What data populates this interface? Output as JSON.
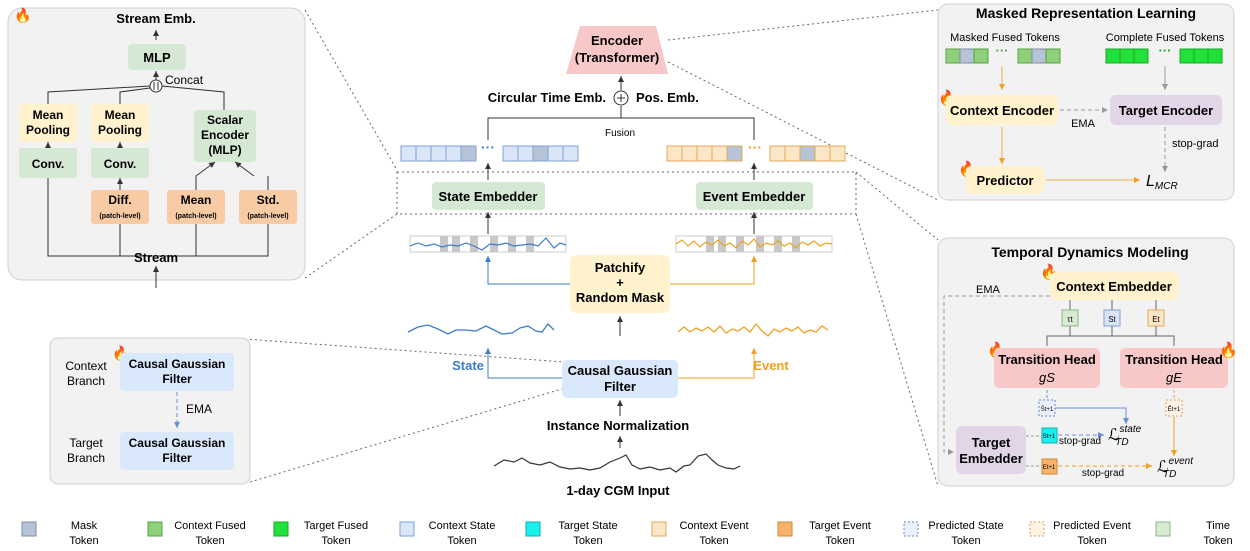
{
  "top_left": {
    "stream_emb": "Stream Emb.",
    "mlp": "MLP",
    "concat": "Concat",
    "mean_pooling": [
      "Mean",
      "Pooling"
    ],
    "scalar_encoder": [
      "Scalar",
      "Encoder",
      "(MLP)"
    ],
    "conv": "Conv.",
    "diff": "Diff.",
    "mean": "Mean",
    "std": "Std.",
    "patch_level": "(patch-level)",
    "stream": "Stream"
  },
  "bottom_left": {
    "context_branch": [
      "Context",
      "Branch"
    ],
    "target_branch": [
      "Target",
      "Branch"
    ],
    "cgf": [
      "Causal Gaussian",
      "Filter"
    ],
    "ema": "EMA"
  },
  "center": {
    "encoder": [
      "Encoder",
      "(Transformer)"
    ],
    "circular_time_emb": "Circular Time Emb.",
    "pos_emb": "Pos. Emb.",
    "fusion": "Fusion",
    "state_embedder": "State Embedder",
    "event_embedder": "Event Embedder",
    "patchify": [
      "Patchify",
      "+",
      "Random Mask"
    ],
    "state": "State",
    "event": "Event",
    "cgf": [
      "Causal Gaussian",
      "Filter"
    ],
    "instance_norm": "Instance Normalization",
    "cgm_input": "1-day CGM Input"
  },
  "mrl": {
    "title": "Masked Representation Learning",
    "masked_fused": "Masked Fused Tokens",
    "complete_fused": "Complete Fused Tokens",
    "context_encoder": "Context Encoder",
    "target_encoder": "Target Encoder",
    "ema": "EMA",
    "stop_grad": "stop-grad",
    "predictor": "Predictor",
    "loss": "L",
    "loss_sub": "MCR"
  },
  "tdm": {
    "title": "Temporal Dynamics Modeling",
    "ema": "EMA",
    "context_embedder": "Context Embedder",
    "tau": "τt",
    "st": "St",
    "et": "Et",
    "transition_head": "Transition Head",
    "gs": "gS",
    "ge": "gE",
    "target_embedder": [
      "Target",
      "Embedder"
    ],
    "stop_grad": "stop-grad",
    "s_hat": "Ŝt+1",
    "e_hat": "Êt+1",
    "s_tgt": "St+1",
    "e_tgt": "Et+1",
    "loss_state": "state",
    "loss_event": "event",
    "loss_sub": "TD"
  },
  "legend": [
    {
      "label": [
        "Mask",
        "Token"
      ],
      "fill": "#b7c3d6",
      "stroke": "#7f8fa8",
      "dash": false
    },
    {
      "label": [
        "Context Fused",
        "Token"
      ],
      "fill": "#8fd07a",
      "stroke": "#5aa048",
      "dash": false
    },
    {
      "label": [
        "Target Fused",
        "Token"
      ],
      "fill": "#22e03a",
      "stroke": "#16a827",
      "dash": false
    },
    {
      "label": [
        "Context State",
        "Token"
      ],
      "fill": "#dae6f8",
      "stroke": "#7fa0d6",
      "dash": false
    },
    {
      "label": [
        "Target State",
        "Token"
      ],
      "fill": "#19f0ee",
      "stroke": "#12b0b0",
      "dash": false
    },
    {
      "label": [
        "Context Event",
        "Token"
      ],
      "fill": "#fbe6c6",
      "stroke": "#e3a85a",
      "dash": false
    },
    {
      "label": [
        "Target Event",
        "Token"
      ],
      "fill": "#f6b26b",
      "stroke": "#d28a3a",
      "dash": false
    },
    {
      "label": [
        "Predicted State",
        "Token"
      ],
      "fill": "#eaf1fc",
      "stroke": "#5f86d0",
      "dash": true
    },
    {
      "label": [
        "Predicted Event",
        "Token"
      ],
      "fill": "#fff3e6",
      "stroke": "#e0a060",
      "dash": true
    },
    {
      "label": [
        "Time",
        "Token"
      ],
      "fill": "#d9ead3",
      "stroke": "#8ab68a",
      "dash": false
    }
  ],
  "colors": {
    "green_box": "#d5e8d4",
    "yellow_box": "#fff2cc",
    "orange_box": "#f8cba4",
    "blue_box": "#dae8fc",
    "pink_box": "#f8c8c8",
    "purple_box": "#e1d5e7",
    "panel": "#f2f2f2",
    "state_blue": "#3d7cc9",
    "event_orange": "#f0a020"
  }
}
